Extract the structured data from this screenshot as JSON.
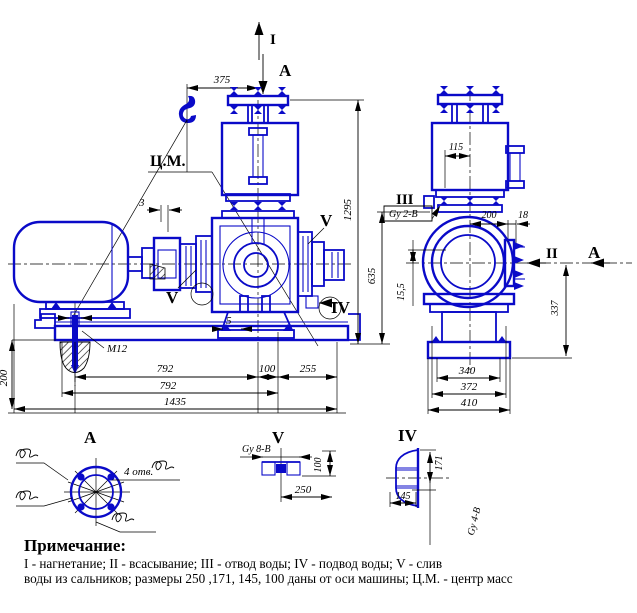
{
  "colors": {
    "line_blue": "#0a0ac8",
    "dim_black": "#000000",
    "background": "#ffffff"
  },
  "left_view": {
    "section_arrow_I": "I",
    "section_arrow_A": "A",
    "dim_hook_offset": "375",
    "center_of_mass_label": "Ц.М.",
    "dim_coupling_gap": "3",
    "dim_foot_gap": "5",
    "label_V_lower": "V",
    "label_V_upper": "V",
    "label_IV": "IV",
    "anchor_bolt_thread": "M12",
    "dim_total_height": "1295",
    "dim_port_height": "635",
    "dim_foundation_depth": "200",
    "dim_row1_a": "792",
    "dim_row1_b": "100",
    "dim_row1_c": "255",
    "dim_row2": "792",
    "dim_row3": "1435"
  },
  "right_view": {
    "dim_tank_offset": "115",
    "label_III": "III",
    "thread_callout": "Gy 2-B",
    "dim_flange_reach": "200",
    "dim_flange_thick": "18",
    "label_II": "II",
    "label_A": "A",
    "dim_axis_offset": "15,5",
    "dim_base_height": "337",
    "dim_base_a": "340",
    "dim_base_b": "372",
    "dim_base_c": "410"
  },
  "detail_a": {
    "title": "A",
    "holes_note": "4 отв."
  },
  "detail_v": {
    "title": "V",
    "thread": "Gy 8-B",
    "dim_100": "100",
    "dim_250": "250"
  },
  "detail_iv": {
    "title": "IV",
    "dim_171": "171",
    "dim_145": "145",
    "thread": "Gy 4-B"
  },
  "note": {
    "heading": "Примечание:",
    "line1": "I -  нагнетание; II - всасывание; III - отвод воды; IV  - подвод воды; V - слив",
    "line2": "воды из сальников; размеры 250 ,171,  145,  100  даны от оси машины; Ц.М. - центр масс"
  }
}
